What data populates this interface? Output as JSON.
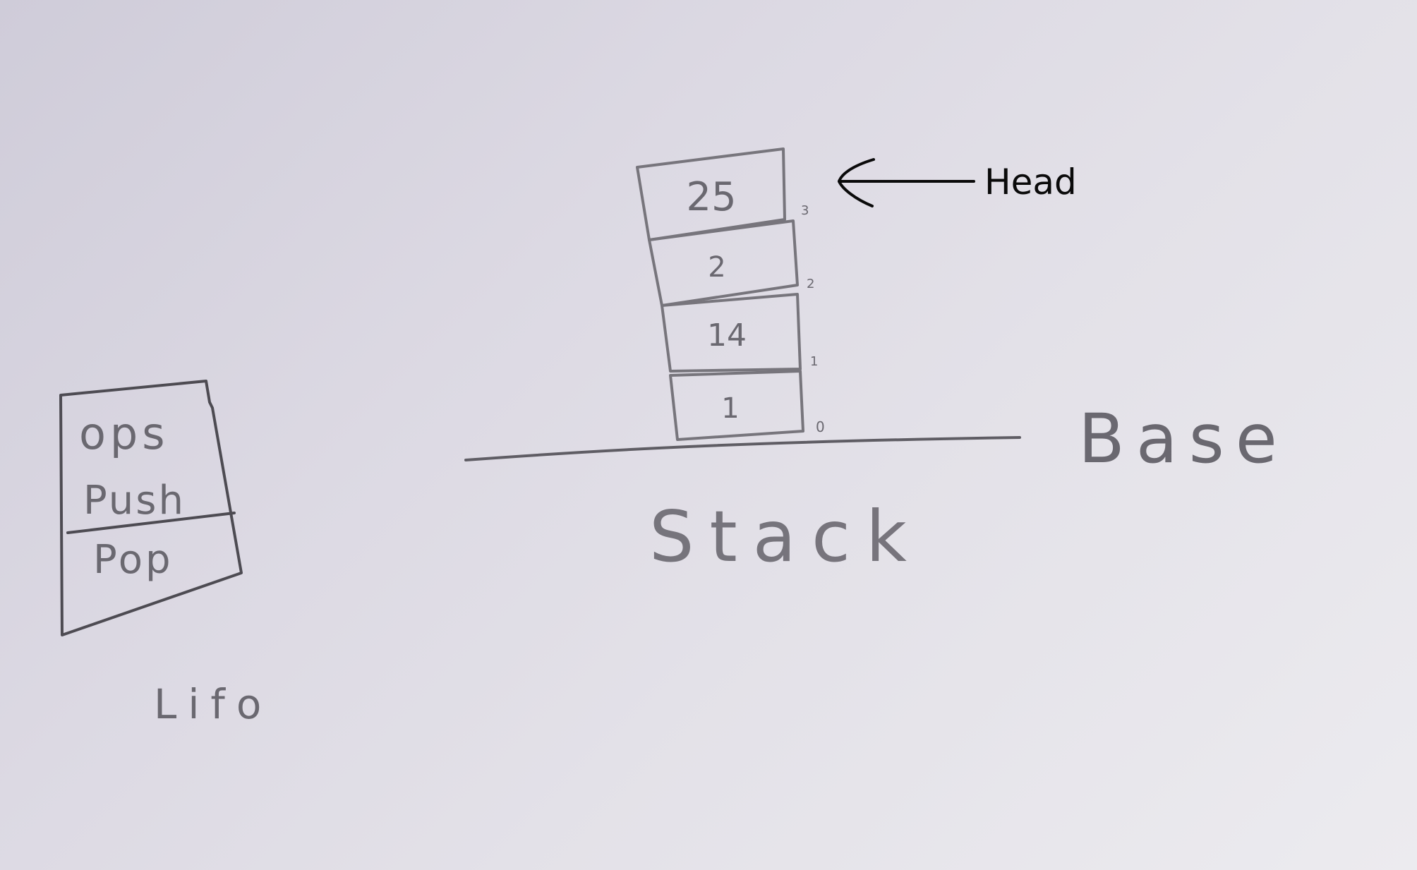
{
  "stack": {
    "cells": [
      {
        "value": "25",
        "index": "3"
      },
      {
        "value": "2",
        "index": "2"
      },
      {
        "value": "14",
        "index": "1"
      },
      {
        "value": "1",
        "index": "0"
      }
    ],
    "head_label": "Head",
    "base_label": "Base",
    "title": "Stack"
  },
  "ops_box": {
    "title": "ops",
    "push": "Push",
    "pop": "Pop"
  },
  "lifo_label": "Lifo"
}
